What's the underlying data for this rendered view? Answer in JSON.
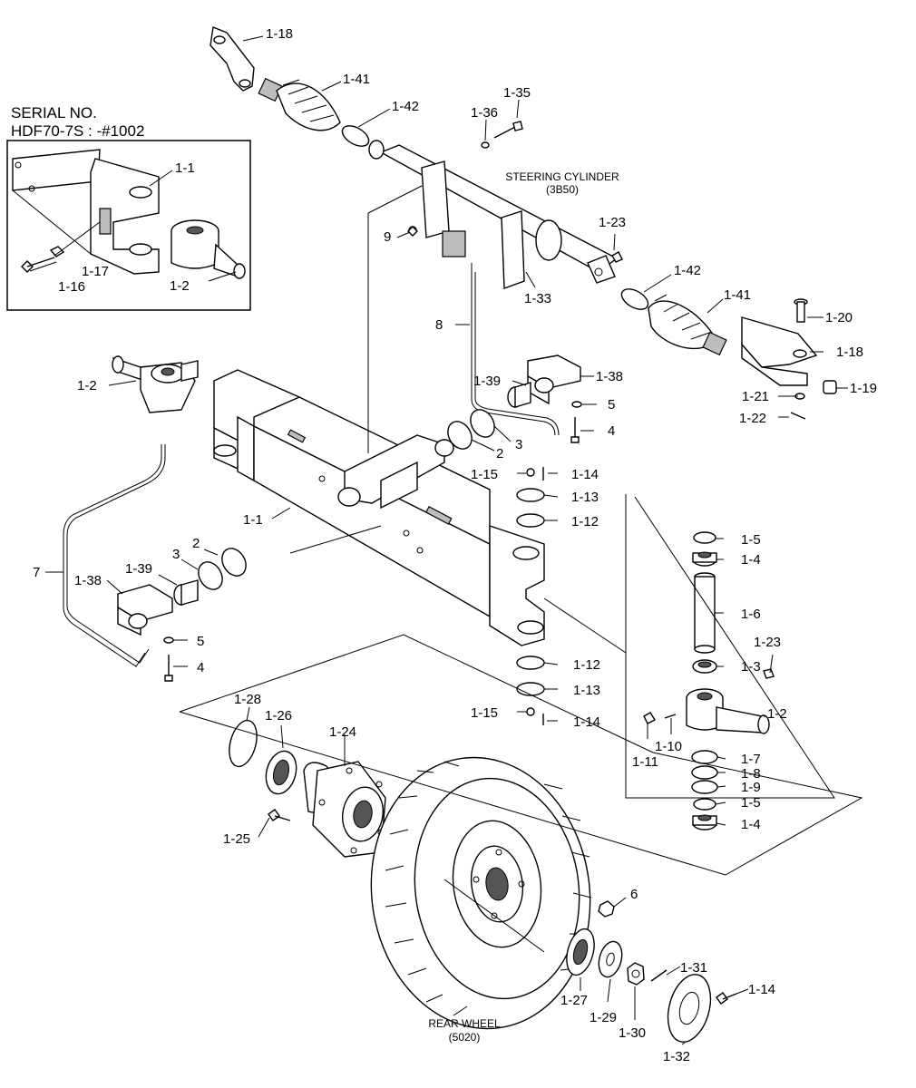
{
  "serial": {
    "line1": "SERIAL NO.",
    "line2": "HDF70-7S : -#1002"
  },
  "captions": {
    "steering_cylinder": "STEERING CYLINDER",
    "steering_cylinder_code": "(3B50)",
    "rear_wheel": "REAR WHEEL",
    "rear_wheel_code": "(5020)"
  },
  "labels": {
    "p1_18_top": "1-18",
    "p1_41_top": "1-41",
    "p1_42_top": "1-42",
    "p1_35": "1-35",
    "p1_36": "1-36",
    "p1_1_inset": "1-1",
    "p1_17_inset": "1-17",
    "p1_16_inset": "1-16",
    "p1_2_inset": "1-2",
    "p9": "9",
    "p1_23_top": "1-23",
    "p1_42_right": "1-42",
    "p1_33": "1-33",
    "p1_41_right": "1-41",
    "p1_20": "1-20",
    "p8": "8",
    "p1_18_right": "1-18",
    "p1_2_left": "1-2",
    "p1_39_top": "1-39",
    "p1_38_top": "1-38",
    "p5_top": "5",
    "p1_21": "1-21",
    "p1_19": "1-19",
    "p1_22": "1-22",
    "p4_top": "4",
    "p2_top": "2",
    "p3_top": "3",
    "p1_15_top": "1-15",
    "p1_14_top": "1-14",
    "p1_13_top": "1-13",
    "p1_12_top": "1-12",
    "p1_1_main": "1-1",
    "p2_left": "2",
    "p3_left": "3",
    "p1_5_top": "1-5",
    "p1_4_top": "1-4",
    "p7": "7",
    "p1_38_left": "1-38",
    "p1_39_left": "1-39",
    "p1_6": "1-6",
    "p5_left": "5",
    "p4_left": "4",
    "p1_23_right": "1-23",
    "p1_12_bottom": "1-12",
    "p1_3": "1-3",
    "p1_13_bottom": "1-13",
    "p1_28": "1-28",
    "p1_26": "1-26",
    "p1_24": "1-24",
    "p1_15_bottom": "1-15",
    "p1_14_bottom": "1-14",
    "p1_2_right": "1-2",
    "p1_11": "1-11",
    "p1_10": "1-10",
    "p1_7": "1-7",
    "p1_8": "1-8",
    "p1_9": "1-9",
    "p1_5_bottom": "1-5",
    "p1_4_bottom": "1-4",
    "p1_25": "1-25",
    "p6": "6",
    "p1_31": "1-31",
    "p1_14_hub": "1-14",
    "p1_27": "1-27",
    "p1_29": "1-29",
    "p1_30": "1-30",
    "p1_32": "1-32"
  }
}
